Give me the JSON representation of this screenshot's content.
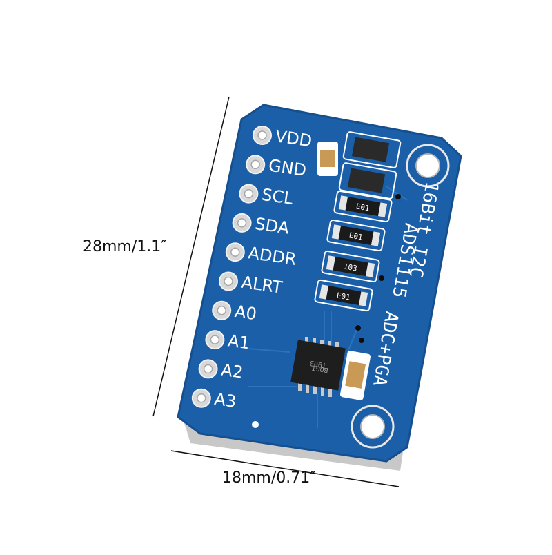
{
  "dimensions": {
    "height_label": "28mm/1.1″",
    "width_label": "18mm/0.71″"
  },
  "board": {
    "pins": [
      "VDD",
      "GND",
      "SCL",
      "SDA",
      "ADDR",
      "ALRT",
      "A0",
      "A1",
      "A2",
      "A3"
    ],
    "title_lines": [
      "16Bit I2C",
      "ADS1115",
      "ADC+PGA"
    ],
    "resistor_codes": [
      "E01",
      "E01",
      "103",
      "E01"
    ],
    "chip_marking": [
      "T903",
      "BOGI"
    ],
    "colors": {
      "pcb": "#1b5fa8",
      "pcb_dark": "#164f8e",
      "silkscreen": "#ffffff",
      "pad": "#d8d8d8"
    }
  }
}
